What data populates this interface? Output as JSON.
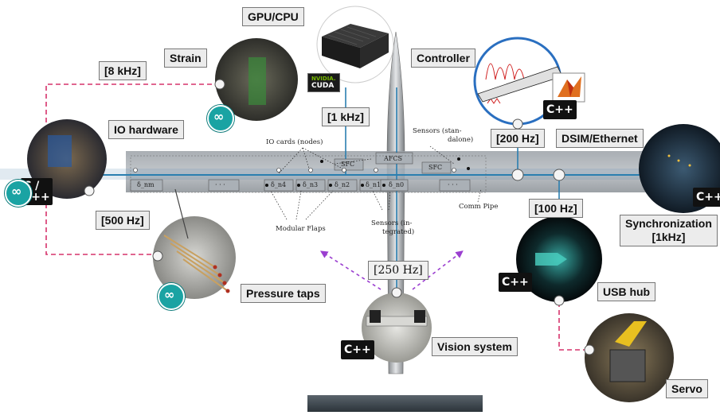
{
  "labels": {
    "gpu": "GPU/CPU",
    "strain": "Strain",
    "controller": "Controller",
    "rate_8khz": "[8 kHz]",
    "rate_1khz": "[1 kHz]",
    "io_hardware": "IO hardware",
    "rate_200hz": "[200 Hz]",
    "dsim": "DSIM/Ethernet",
    "rate_500hz": "[500 Hz]",
    "rate_100hz": "[100 Hz]",
    "sync_line1": "Synchronization",
    "sync_line2": "[1kHz]",
    "pressure": "Pressure taps",
    "rate_250hz": "[250 Hz]",
    "usb": "USB hub",
    "vision": "Vision system",
    "servo": "Servo"
  },
  "annotations": {
    "io_cards": "IO cards (nodes)",
    "sensors_standalone_1": "Sensors (stan-",
    "sensors_standalone_2": "dalone)",
    "sfc": "SFC",
    "afcs": "AFCS",
    "comm_pipe": "Comm Pipe",
    "modular_flaps": "Modular Flaps",
    "sensors_integrated_1": "Sensors (in-",
    "sensors_integrated_2": "tegrated)",
    "ellipsis": "· · ·"
  },
  "flap_nodes": [
    "δ_nm",
    "δ_n4",
    "δ_n3",
    "δ_n2",
    "δ_n1",
    "δ_n0"
  ],
  "badges": {
    "cpp": "C++",
    "c_cpp": "C /\nC++",
    "cuda_vendor": "NVIDIA.",
    "cuda": "CUDA",
    "arduino": "∞"
  },
  "colors": {
    "link_pink": "#d6336c",
    "link_purple": "#9b3fd0",
    "bus_blue": "#2a7fb0",
    "arduino_teal": "#1aa3a3"
  },
  "icons": [
    "gpu-icon",
    "matlab-icon",
    "arduino-icon",
    "nvidia-cuda-icon"
  ]
}
